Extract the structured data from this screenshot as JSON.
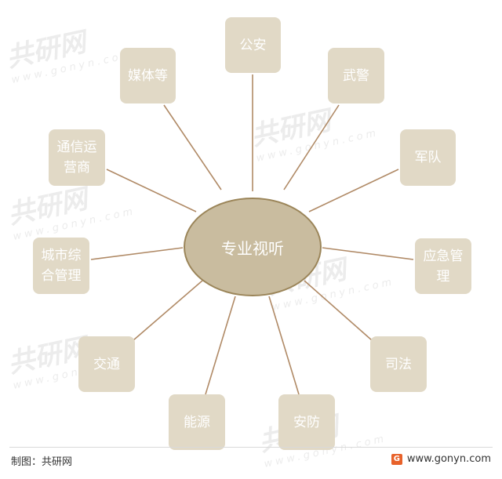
{
  "center": {
    "label": "专业视听"
  },
  "nodes": [
    {
      "id": "gongan",
      "label": "公安"
    },
    {
      "id": "wujing",
      "label": "武警"
    },
    {
      "id": "jundui",
      "label": "军队"
    },
    {
      "id": "yingji",
      "label": "应急管\n理"
    },
    {
      "id": "sifa",
      "label": "司法"
    },
    {
      "id": "anfang",
      "label": "安防"
    },
    {
      "id": "nengyuan",
      "label": "能源"
    },
    {
      "id": "jiaotong",
      "label": "交通"
    },
    {
      "id": "chengshi",
      "label": "城市综\n合管理"
    },
    {
      "id": "tongxin",
      "label": "通信运\n营商"
    },
    {
      "id": "meiti",
      "label": "媒体等"
    }
  ],
  "footer": {
    "credit": "制图：共研网",
    "site": "www.gonyn.com",
    "logo_char": "G"
  },
  "watermark": {
    "text": "共研网",
    "sub": "www.gonyn.com"
  },
  "colors": {
    "box": "#e1d9c6",
    "center": "#c9bc9f",
    "line": "#b08a66"
  }
}
